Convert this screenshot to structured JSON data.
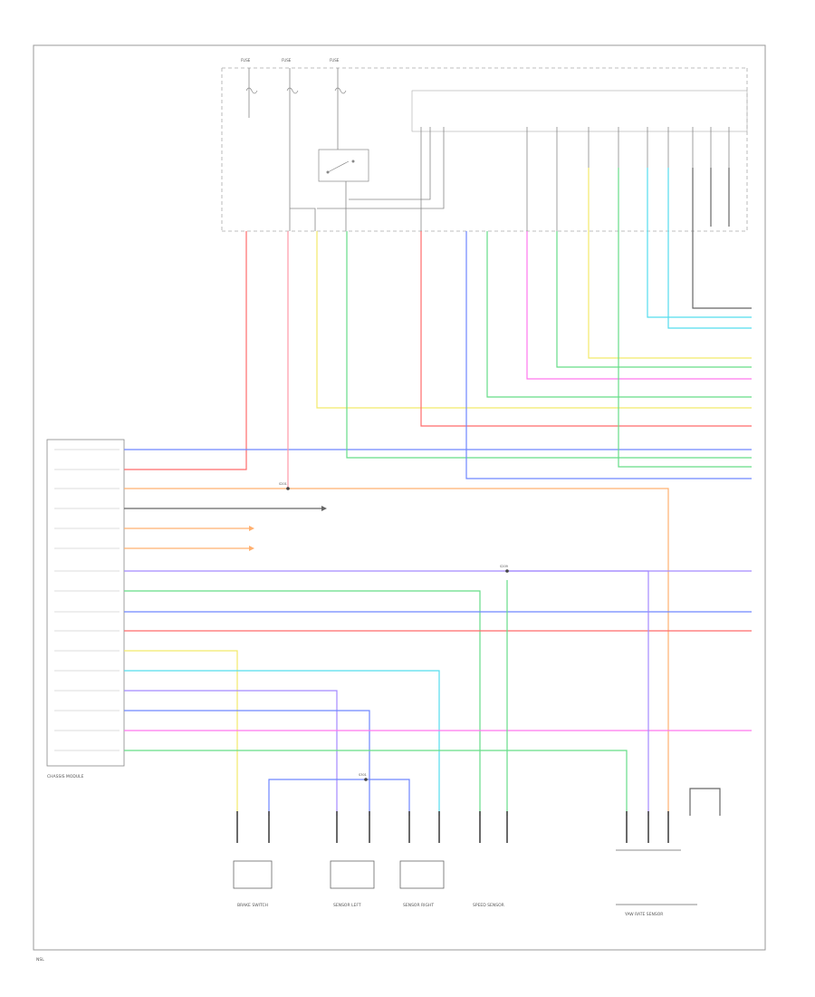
{
  "diagram": {
    "module_label": "CHASSIS MODULE",
    "corner_code": "NSL",
    "fuse_labels": [
      "FUSE",
      "FUSE",
      "FUSE"
    ],
    "harness_splices": [
      "S201",
      "S209",
      "S301"
    ],
    "bottom_components": [
      "BRAKE SWITCH",
      "SENSOR LEFT",
      "SENSOR RIGHT",
      "SPEED SENSOR",
      "YAW RATE SENSOR"
    ],
    "wire_colors": {
      "red": "#ff6b6b",
      "pink": "#ff9aa8",
      "blue": "#6f86ff",
      "orange": "#ffb070",
      "yellow": "#f2ea6a",
      "green": "#66dd88",
      "cyan": "#55ddee",
      "magenta": "#ff77ee",
      "violet": "#a58aff",
      "dark": "#666666",
      "frame": "#999999"
    }
  }
}
